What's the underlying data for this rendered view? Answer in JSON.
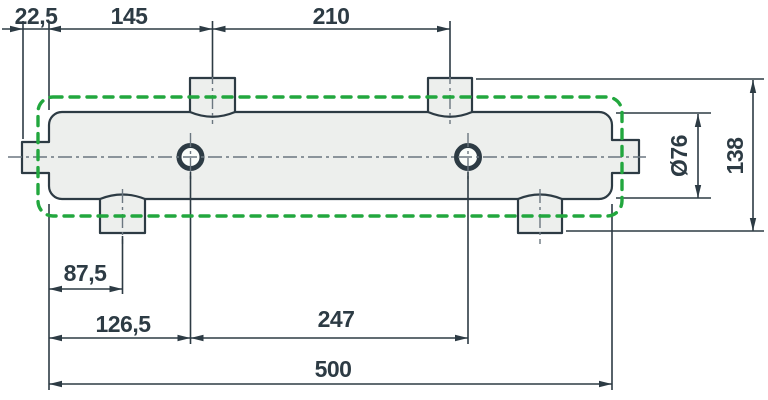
{
  "drawing": {
    "background_color": "#ffffff",
    "line_color": "#2d3b44",
    "centerline_color": "#6b7780",
    "highlight_color": "#22a73e",
    "body_fill_color": "#edefed",
    "hole_fill_color": "#fafdfa",
    "dimensions": {
      "left_port_protrusion": "22,5",
      "body_end_to_top_port": "145",
      "top_port_spacing": "210",
      "body_end_to_bottom_port": "87,5",
      "body_end_to_hole": "126,5",
      "hole_spacing": "247",
      "overall_length": "500",
      "body_diameter": "Ø76",
      "overall_height": "138"
    }
  }
}
